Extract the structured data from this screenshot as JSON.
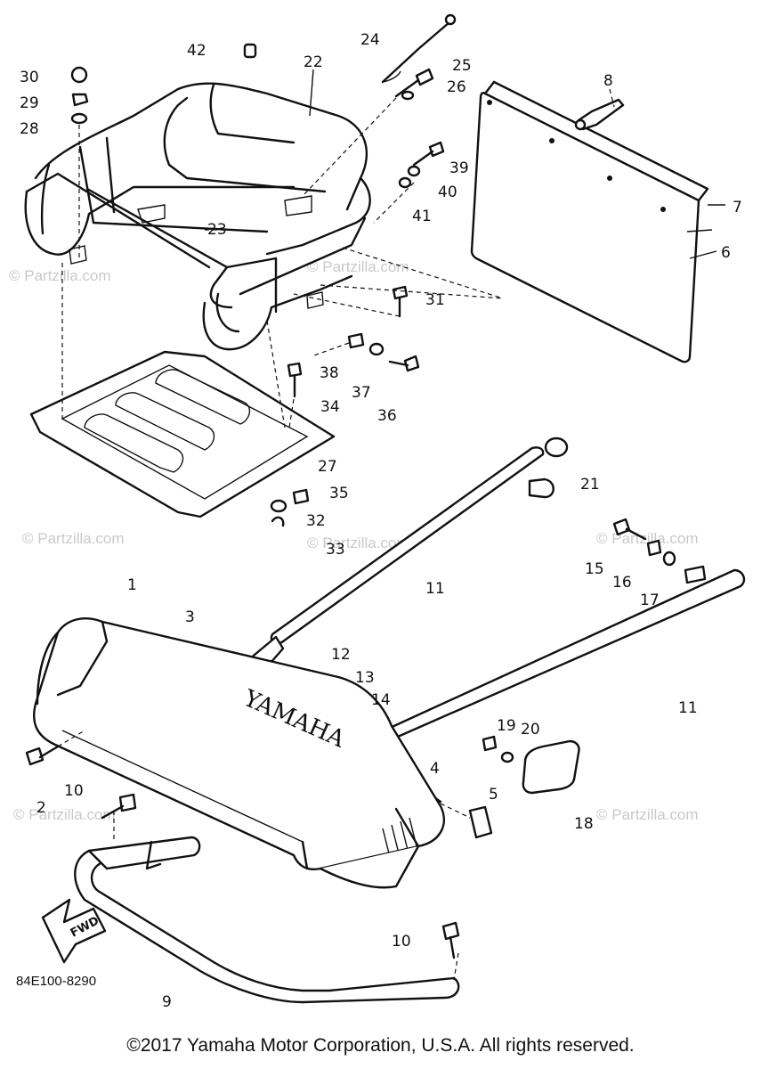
{
  "watermark": "© Partzilla.com",
  "diagram_code": "84E100-8290",
  "copyright": "©2017 Yamaha Motor Corporation, U.S.A. All rights reserved.",
  "bumper_brand": "YAMAHA",
  "fwd_label": "FWD",
  "parts": [
    {
      "id": "p1",
      "label": "1"
    },
    {
      "id": "p2",
      "label": "2"
    },
    {
      "id": "p3",
      "label": "3"
    },
    {
      "id": "p4",
      "label": "4"
    },
    {
      "id": "p5",
      "label": "5"
    },
    {
      "id": "p6",
      "label": "6"
    },
    {
      "id": "p7",
      "label": "7"
    },
    {
      "id": "p8",
      "label": "8"
    },
    {
      "id": "p9",
      "label": "9"
    },
    {
      "id": "p10a",
      "label": "10"
    },
    {
      "id": "p10b",
      "label": "10"
    },
    {
      "id": "p11a",
      "label": "11"
    },
    {
      "id": "p11b",
      "label": "11"
    },
    {
      "id": "p12",
      "label": "12"
    },
    {
      "id": "p13",
      "label": "13"
    },
    {
      "id": "p14",
      "label": "14"
    },
    {
      "id": "p15",
      "label": "15"
    },
    {
      "id": "p16",
      "label": "16"
    },
    {
      "id": "p17",
      "label": "17"
    },
    {
      "id": "p18",
      "label": "18"
    },
    {
      "id": "p19",
      "label": "19"
    },
    {
      "id": "p20",
      "label": "20"
    },
    {
      "id": "p21",
      "label": "21"
    },
    {
      "id": "p22",
      "label": "22"
    },
    {
      "id": "p23",
      "label": "23"
    },
    {
      "id": "p24",
      "label": "24"
    },
    {
      "id": "p25",
      "label": "25"
    },
    {
      "id": "p26",
      "label": "26"
    },
    {
      "id": "p27",
      "label": "27"
    },
    {
      "id": "p28",
      "label": "28"
    },
    {
      "id": "p29",
      "label": "29"
    },
    {
      "id": "p30",
      "label": "30"
    },
    {
      "id": "p31",
      "label": "31"
    },
    {
      "id": "p32",
      "label": "32"
    },
    {
      "id": "p33",
      "label": "33"
    },
    {
      "id": "p34",
      "label": "34"
    },
    {
      "id": "p35",
      "label": "35"
    },
    {
      "id": "p36",
      "label": "36"
    },
    {
      "id": "p37",
      "label": "37"
    },
    {
      "id": "p38",
      "label": "38"
    },
    {
      "id": "p39",
      "label": "39"
    },
    {
      "id": "p40",
      "label": "40"
    },
    {
      "id": "p41",
      "label": "41"
    },
    {
      "id": "p42",
      "label": "42"
    }
  ]
}
